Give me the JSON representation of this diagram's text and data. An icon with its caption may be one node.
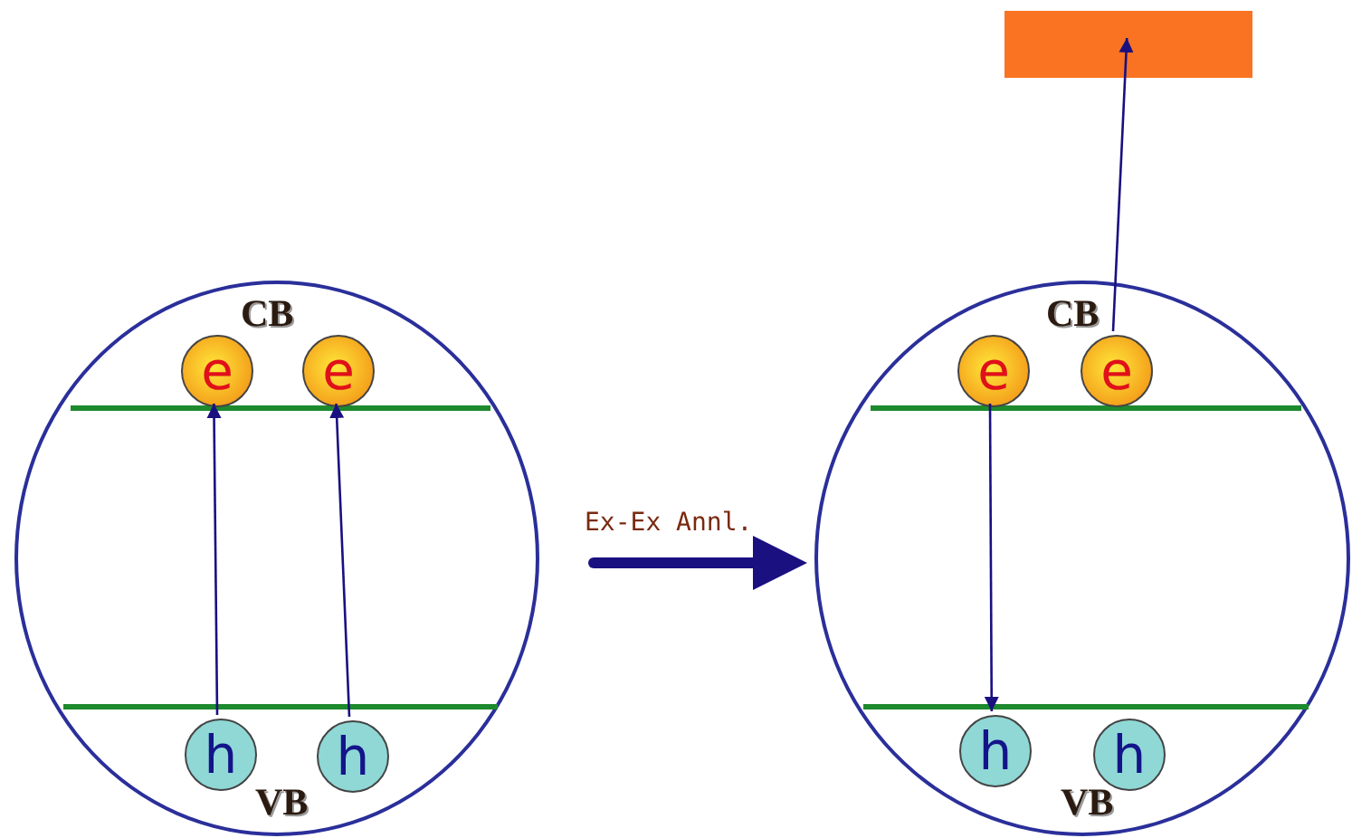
{
  "diagram": {
    "nodes": [
      {
        "text": [
          "CB",
          "VB"
        ]
      },
      {
        "text": [
          "e"
        ],
        "in": 0
      },
      {
        "text": [
          "e"
        ],
        "in": 0
      },
      {
        "text": [
          "h"
        ],
        "in": 0
      },
      {
        "text": [
          "h"
        ],
        "in": 0
      },
      {
        "text": [
          "CB",
          "VB"
        ]
      },
      {
        "text": [
          "e"
        ],
        "in": 5
      },
      {
        "text": [
          "e"
        ],
        "in": 5
      },
      {
        "text": [
          "h"
        ],
        "in": 5
      },
      {
        "text": [
          "h"
        ],
        "in": 5
      },
      {
        "text": [],
        "shape": "box"
      }
    ],
    "edges": [
      {
        "from": 3,
        "to": 1,
        "arrow": "to"
      },
      {
        "from": 4,
        "to": 2,
        "arrow": "to"
      },
      {
        "from": 0,
        "to": 5,
        "arrow": "to",
        "label": "Ex-Ex Annl.",
        "style": "thick"
      },
      {
        "from": 6,
        "to": 8,
        "arrow": "to"
      },
      {
        "from": 7,
        "to": 10,
        "arrow": "to"
      }
    ]
  }
}
